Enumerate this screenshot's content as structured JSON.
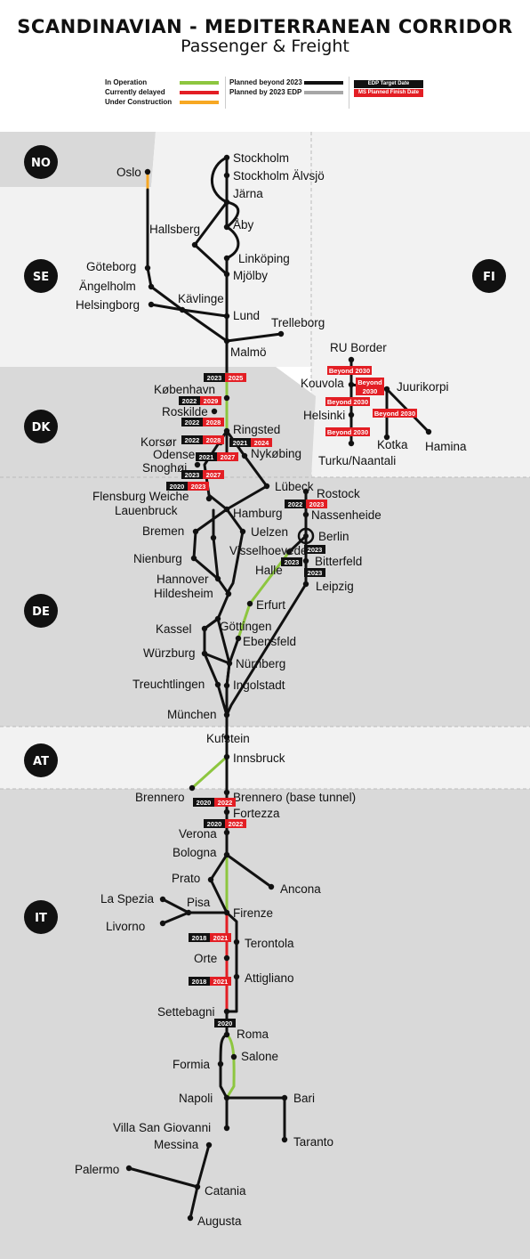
{
  "title": "SCANDINAVIAN - MEDITERRANEAN CORRIDOR",
  "subtitle": "Passenger & Freight",
  "legend": {
    "in_operation": "In Operation",
    "delayed": "Currently delayed",
    "under_construction": "Under Construction",
    "planned_beyond": "Planned beyond 2023",
    "planned_by": "Planned by 2023 EDP",
    "edp_target": "EDP Target Date",
    "ms_planned": "MS Planned Finish Date"
  },
  "colors": {
    "in_operation": "#8dc63f",
    "delayed": "#e31e24",
    "under_construction": "#f7a823",
    "planned_beyond": "#111111",
    "planned_by": "#a6a6a6",
    "badge_black": "#111111",
    "badge_red": "#e31e24"
  },
  "countries": [
    "NO",
    "SE",
    "FI",
    "DK",
    "DE",
    "AT",
    "IT"
  ],
  "stations": {
    "stockholm": "Stockholm",
    "alvsjo": "Stockholm Älvsjö",
    "jarna": "Järna",
    "hallsberg": "Hallsberg",
    "aby": "Åby",
    "linkoping": "Linköping",
    "mjolby": "Mjölby",
    "oslo": "Oslo",
    "goteborg": "Göteborg",
    "angelholm": "Ängelholm",
    "helsingborg": "Helsingborg",
    "kavlinge": "Kävlinge",
    "lund": "Lund",
    "trelleborg": "Trelleborg",
    "malmo": "Malmö",
    "rub": "RU Border",
    "kouvola": "Kouvola",
    "juurikorpi": "Juurikorpi",
    "helsinki": "Helsinki",
    "kotka": "Kotka",
    "hamina": "Hamina",
    "turku": "Turku/Naantali",
    "kobenhavn": "København",
    "roskilde": "Roskilde",
    "ringsted": "Ringsted",
    "korsor": "Korsør",
    "odense": "Odense",
    "nykobing": "Nykøbing",
    "snoghoj": "Snoghøj",
    "flensburg": "Flensburg Weiche",
    "lubeck": "Lübeck",
    "rostock": "Rostock",
    "lauenbruck": "Lauenbruck",
    "hamburg": "Hamburg",
    "nassenheide": "Nassenheide",
    "bremen": "Bremen",
    "uelzen": "Uelzen",
    "berlin": "Berlin",
    "nienburg": "Nienburg",
    "visselhoevede": "Visselhoevede",
    "halle": "Halle",
    "bitterfeld": "Bitterfeld",
    "hannover": "Hannover",
    "leipzig": "Leipzig",
    "hildesheim": "Hildesheim",
    "erfurt": "Erfurt",
    "kassel": "Kassel",
    "gottingen": "Göttingen",
    "ebensfeld": "Ebensfeld",
    "wurzburg": "Würzburg",
    "nurnberg": "Nürnberg",
    "treuchtlingen": "Treuchtlingen",
    "ingolstadt": "Ingolstadt",
    "munchen": "München",
    "kufstein": "Kufstein",
    "innsbruck": "Innsbruck",
    "brennero": "Brennero",
    "brennerobt": "Brennero (base tunnel)",
    "fortezza": "Fortezza",
    "verona": "Verona",
    "bologna": "Bologna",
    "prato": "Prato",
    "ancona": "Ancona",
    "laspezia": "La Spezia",
    "pisa": "Pisa",
    "firenze": "Firenze",
    "livorno": "Livorno",
    "terontola": "Terontola",
    "orte": "Orte",
    "attigliano": "Attigliano",
    "settebagni": "Settebagni",
    "roma": "Roma",
    "salone": "Salone",
    "formia": "Formia",
    "napoli": "Napoli",
    "bari": "Bari",
    "vsg": "Villa San Giovanni",
    "taranto": "Taranto",
    "messina": "Messina",
    "palermo": "Palermo",
    "catania": "Catania",
    "augusta": "Augusta"
  },
  "badges": {
    "cph_a": "2023",
    "cph_b": "2025",
    "ros1_a": "2022",
    "ros1_b": "2029",
    "ros2_a": "2022",
    "ros2_b": "2028",
    "kor_a": "2022",
    "kor_b": "2028",
    "ring_a": "2021",
    "ring_b": "2024",
    "ode_a": "2021",
    "ode_b": "2027",
    "sno_a": "2023",
    "sno_b": "2027",
    "flb_a": "2020",
    "flb_b": "2023",
    "lub_a": "2022",
    "lub_b": "2023",
    "ber": "2023",
    "hal": "2023",
    "bit": "2023",
    "bre_a": "2020",
    "bre_b": "2022",
    "ver_a": "2020",
    "ver_b": "2022",
    "ter_a": "2018",
    "ter_b": "2021",
    "att_a": "2018",
    "att_b": "2021",
    "set": "2020",
    "fi1": "Beyond 2030",
    "fi2a": "Beyond",
    "fi2b": "2030",
    "fi3": "Beyond 2030",
    "fi4": "Beyond 2030",
    "fi5": "Beyond 2030"
  }
}
